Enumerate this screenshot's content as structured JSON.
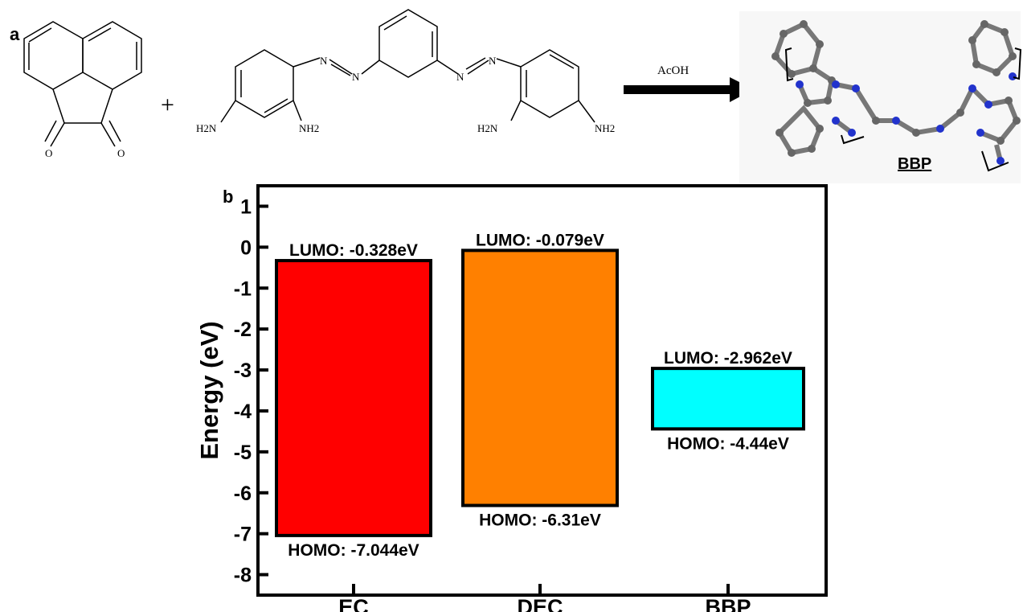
{
  "panels": {
    "a": "a",
    "b": "b"
  },
  "scheme": {
    "plus": "+",
    "reagent": "AcOH",
    "product_label": "BBP",
    "atoms": {
      "oxygen": "O",
      "nitrogen": "N",
      "amine_left": "H2N",
      "amine_right": "NH2"
    }
  },
  "chart_data": {
    "type": "bar",
    "ylabel": "Energy (eV)",
    "xlabel": "",
    "ylim": [
      -8.5,
      1.5
    ],
    "yticks": [
      1,
      0,
      -1,
      -2,
      -3,
      -4,
      -5,
      -6,
      -7,
      -8
    ],
    "categories": [
      "EC",
      "DEC",
      "BBP"
    ],
    "lumo": [
      -0.328,
      -0.079,
      -2.962
    ],
    "homo": [
      -7.044,
      -6.31,
      -4.44
    ],
    "colors": [
      "#ff0000",
      "#ff8000",
      "#00ffff"
    ],
    "lumo_labels": [
      "LUMO: -0.328eV",
      "LUMO: -0.079eV",
      "LUMO: -2.962eV"
    ],
    "homo_labels": [
      "HOMO: -7.044eV",
      "HOMO: -6.31eV",
      "HOMO: -4.44eV"
    ]
  }
}
